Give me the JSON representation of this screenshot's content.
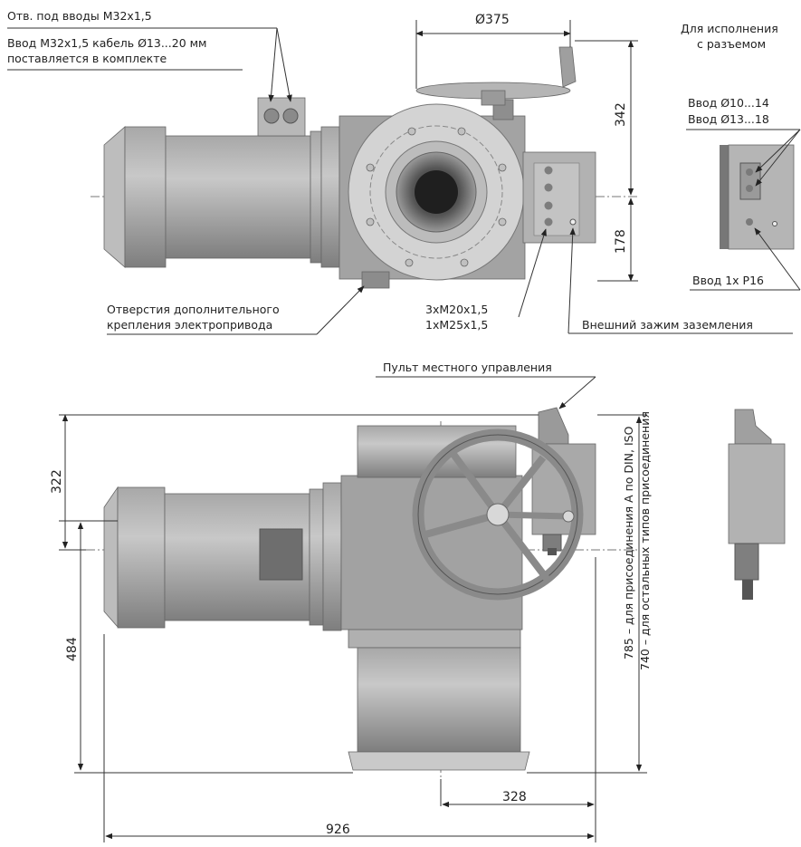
{
  "top_view": {
    "label_inputs_holes": "Отв. под вводы М32х1,5",
    "label_input_line1": "Ввод М32х1,5 кабель Ø13...20 мм",
    "label_input_line2": "поставляется в комплекте",
    "label_mount_line1": "Отверстия дополнительного",
    "label_mount_line2": "крепления электропривода",
    "label_threads_line1": "3хМ20х1,5",
    "label_threads_line2": "1хМ25х1,5",
    "label_ground": "Внешний зажим заземления",
    "dim_handwheel_diameter": "Ø375",
    "dim_342": "342",
    "dim_178": "178"
  },
  "connector_version": {
    "title_line1": "Для исполнения",
    "title_line2": "с разъемом",
    "input_1": "Ввод Ø10...14",
    "input_2": "Ввод Ø13...18",
    "input_3": "Ввод 1х Р16"
  },
  "front_view": {
    "label_local_control": "Пульт местного управления",
    "dim_322": "322",
    "dim_484": "484",
    "dim_328": "328",
    "dim_926": "926",
    "dim_vertical_1": "785 – для присоединения А по DIN, ISO",
    "dim_vertical_2": "740 – для остальных типов присоединения"
  },
  "colors": {
    "body": "#9c9c9c",
    "body_dark": "#7a7a7a",
    "body_light": "#c2c2c2",
    "flange": "#d2d2d2",
    "line": "#333333"
  }
}
